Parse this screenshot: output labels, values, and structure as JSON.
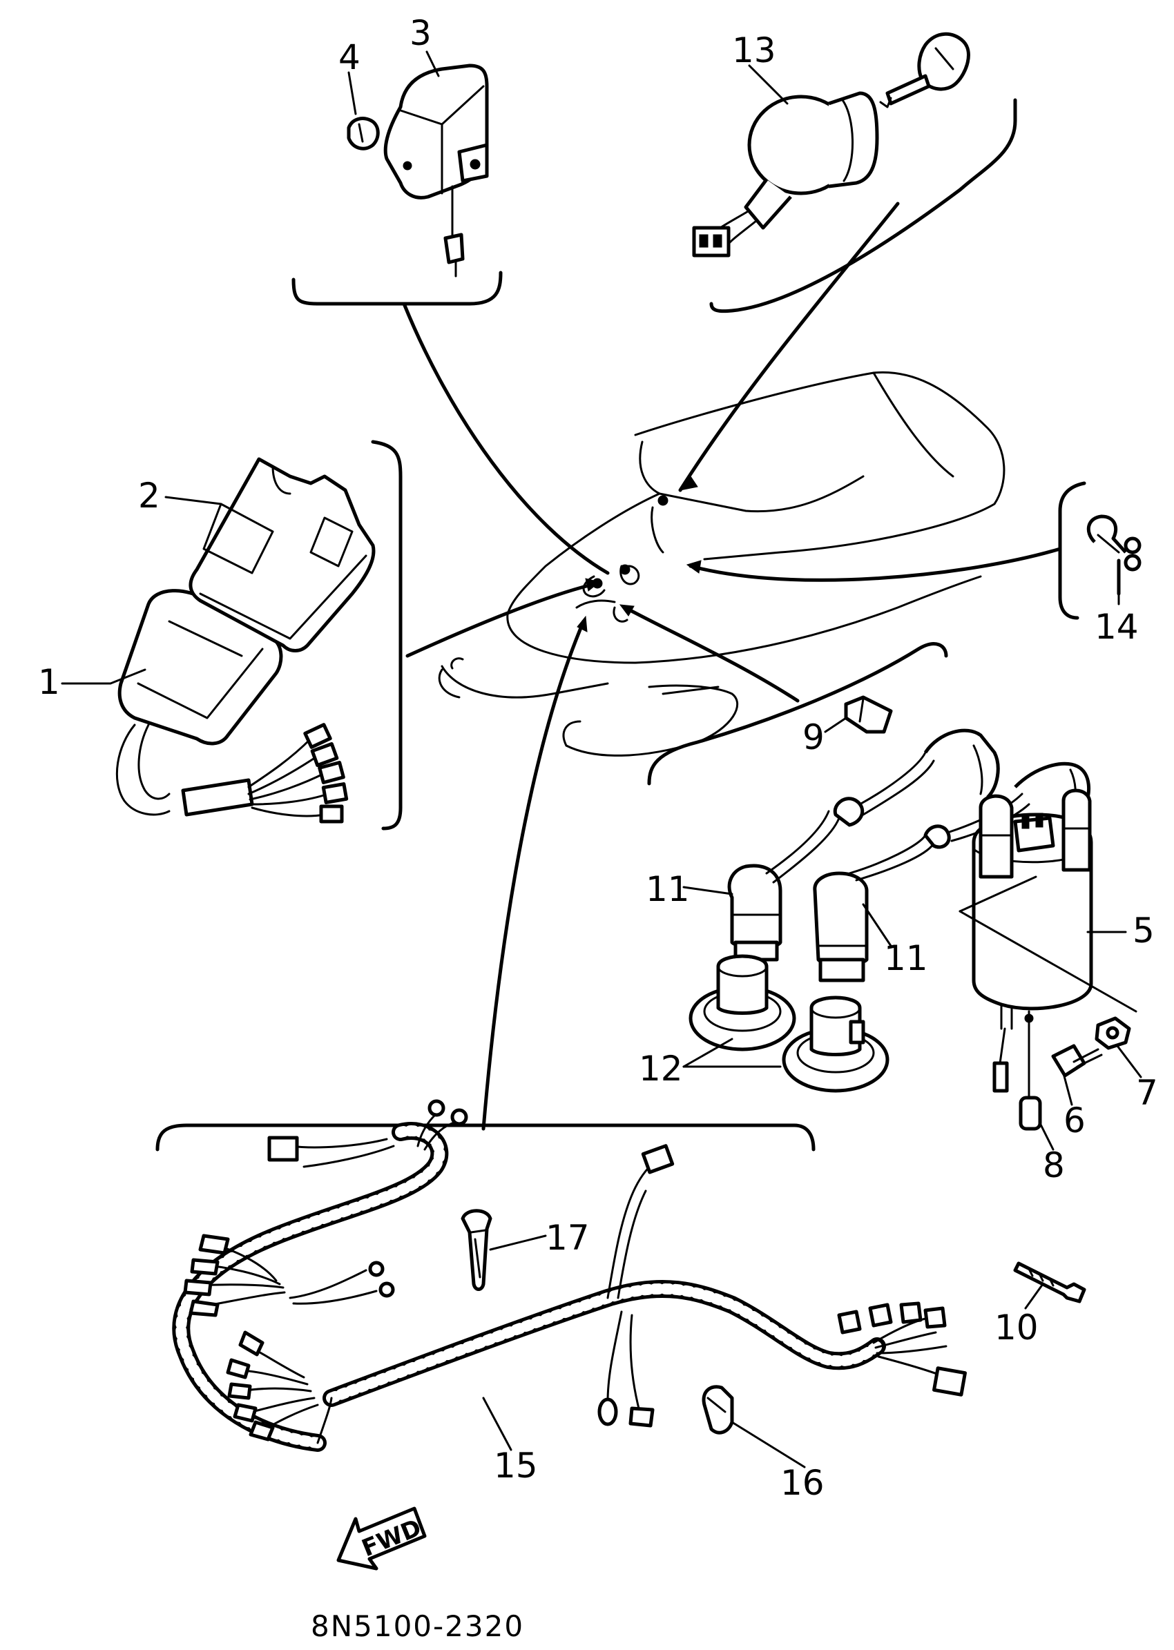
{
  "diagram_code": "8N5100-2320",
  "fwd_label": "FWD",
  "callouts": {
    "p1": "1",
    "p2": "2",
    "p3": "3",
    "p4": "4",
    "p5": "5",
    "p6": "6",
    "p7": "7",
    "p8": "8",
    "p9": "9",
    "p10": "10",
    "p11a": "11",
    "p11b": "11",
    "p12": "12",
    "p13": "13",
    "p14": "14",
    "p15": "15",
    "p16": "16",
    "p17": "17"
  },
  "icons": {
    "cdi_unit": "cdi-unit-icon",
    "cover": "cover-icon",
    "relay": "relay-icon",
    "ignition_coil": "ignition-coil-icon",
    "spark_plug_cap": "spark-plug-cap-icon",
    "seal": "seal-icon",
    "main_switch": "main-switch-icon",
    "wire_harness": "wire-harness-icon",
    "clamp": "clamp-icon",
    "band": "band-icon",
    "screw": "screw-icon",
    "fwd_arrow": "fwd-arrow-icon"
  }
}
